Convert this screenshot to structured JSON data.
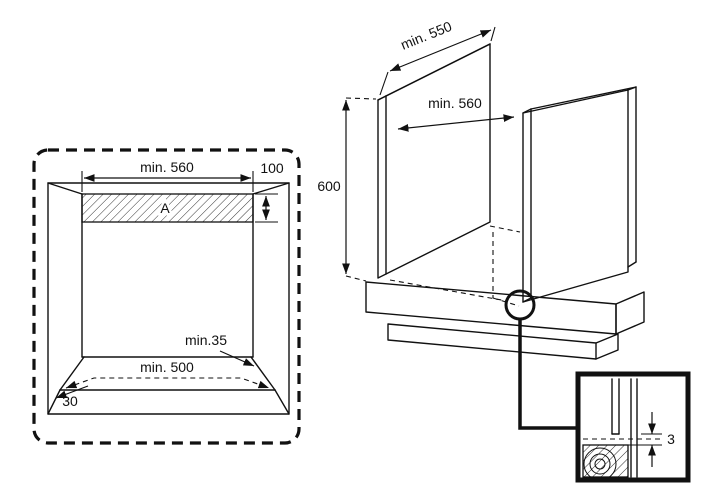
{
  "front_view": {
    "min560": "min. 560",
    "h100": "100",
    "area_label": "A",
    "min35": "min.35",
    "min500": "min. 500",
    "d30": "30"
  },
  "iso_view": {
    "min550": "min. 550",
    "min560": "min. 560",
    "h600": "600"
  },
  "detail_view": {
    "gap": "3"
  },
  "colors": {
    "line": "#111111",
    "background": "#ffffff"
  }
}
